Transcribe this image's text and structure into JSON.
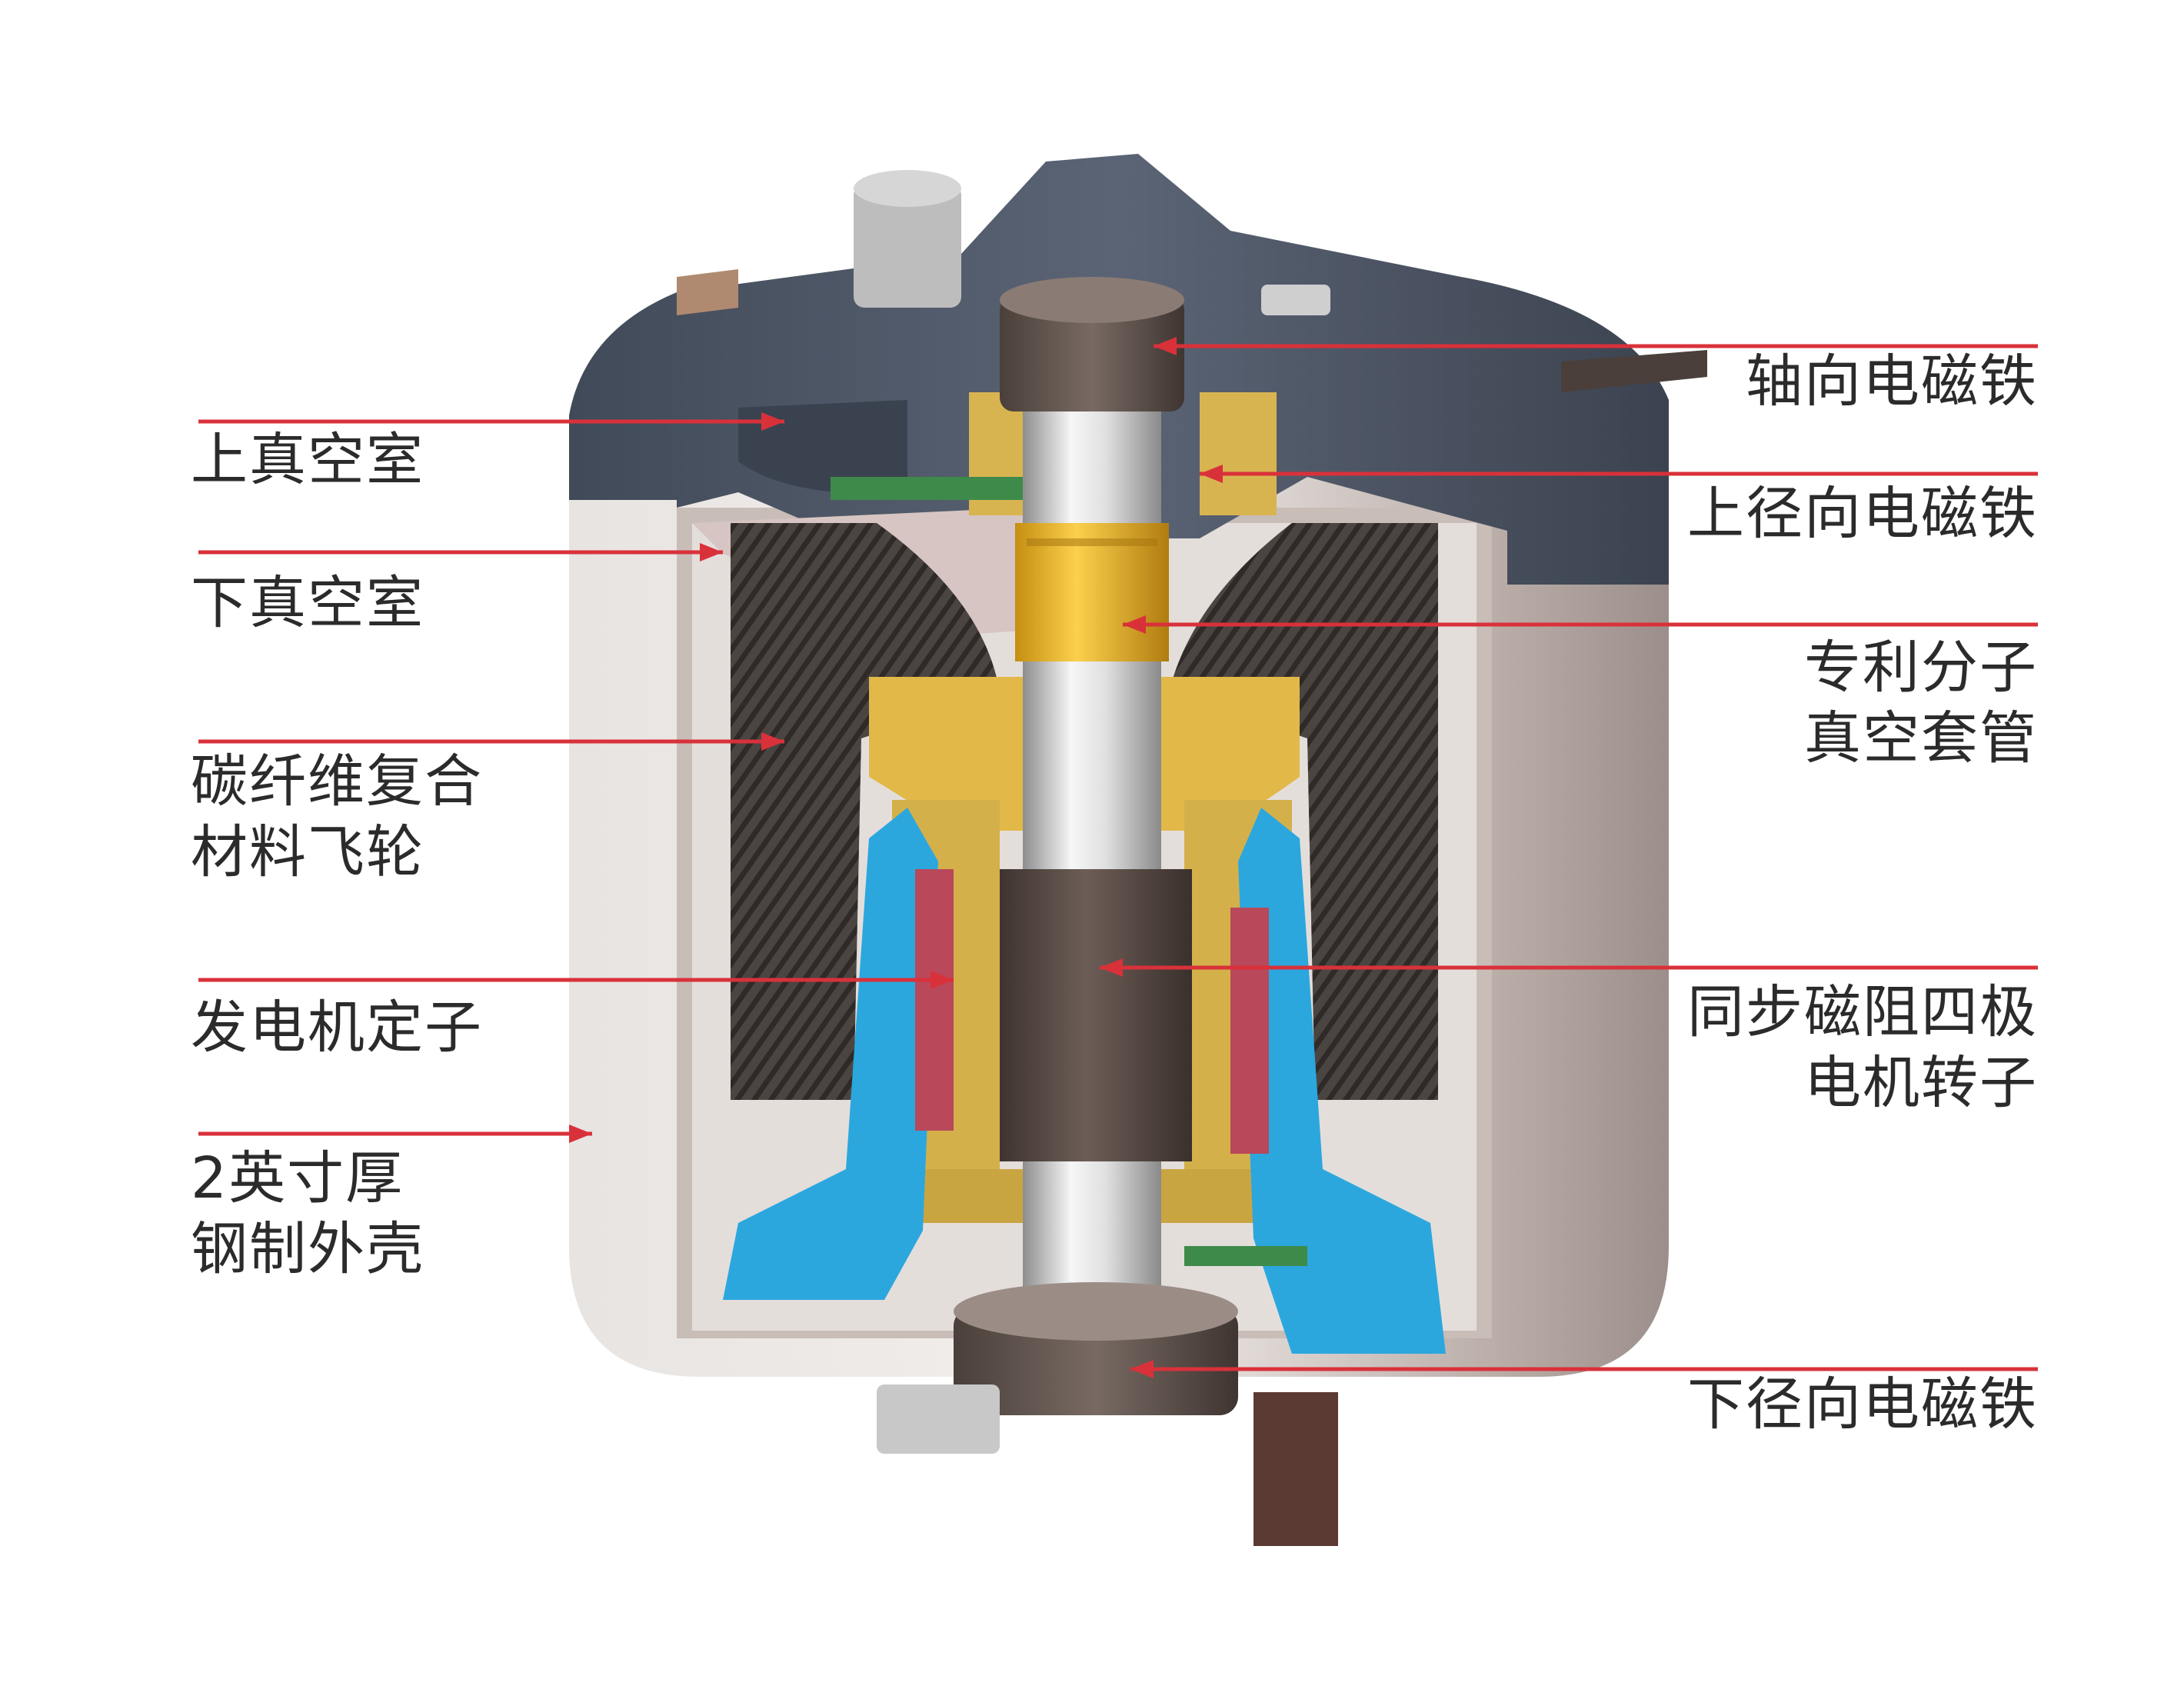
{
  "labels": {
    "upper_vacuum_chamber": "上真空室",
    "lower_vacuum_chamber": "下真空室",
    "flywheel": "碳纤维复合\n材料飞轮",
    "generator_stator": "发电机定子",
    "steel_housing": "2英寸厚\n钢制外壳",
    "axial_magnet": "轴向电磁铁",
    "upper_radial_magnet": "上径向电磁铁",
    "vacuum_sleeve": "专利分子\n真空套管",
    "reluctance_rotor": "同步磁阻四极\n电机转子",
    "lower_radial_magnet": "下径向电磁铁"
  },
  "colors": {
    "leader_line": "#d9313a",
    "housing_outer": "#d8d0cc",
    "top_cover": "#4f5868",
    "flywheel": "#4a4440",
    "yellow_parts": "#d8b24a",
    "blue_parts": "#2aa6dc",
    "stator_magnet": "#b8485a",
    "shaft": "#dcdcdc",
    "gold_sleeve": "#e8b830",
    "rotor_core": "#5a4a44"
  }
}
